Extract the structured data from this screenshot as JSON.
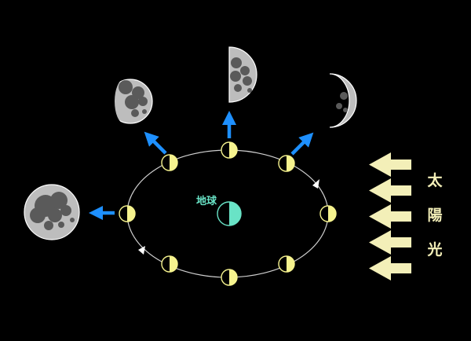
{
  "labels": {
    "earth": "地球",
    "sunlight": [
      "太",
      "陽",
      "光"
    ]
  },
  "colors": {
    "background": "#000000",
    "orbit": "#cfcfcf",
    "moon_lit": "#f6f38e",
    "moon_dark": "#000000",
    "earth_lit": "#69e3c6",
    "earth_label": "#69e3c6",
    "view_arrow": "#1e90ff",
    "sun_arrow": "#f3efb8",
    "sun_text": "#f3efb8",
    "moon_surface": "#bdbdbd",
    "moon_crater": "#5a5a5a"
  },
  "icons": {
    "earth": "earth-icon",
    "moon": "moon-icon",
    "arrow": "arrow-icon"
  }
}
